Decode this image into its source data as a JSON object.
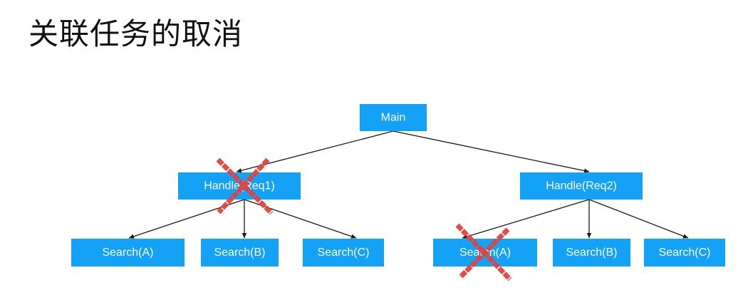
{
  "title": "关联任务的取消",
  "tree": {
    "root": {
      "label": "Main"
    },
    "branches": [
      {
        "label": "Handle(Req1)",
        "cancelled": true,
        "children": [
          {
            "label": "Search(A)",
            "cancelled": false
          },
          {
            "label": "Search(B)",
            "cancelled": false
          },
          {
            "label": "Search(C)",
            "cancelled": false
          }
        ]
      },
      {
        "label": "Handle(Req2)",
        "cancelled": false,
        "children": [
          {
            "label": "Search(A)",
            "cancelled": true
          },
          {
            "label": "Search(B)",
            "cancelled": false
          },
          {
            "label": "Search(C)",
            "cancelled": false
          }
        ]
      }
    ]
  },
  "colors": {
    "node_fill": "#13a2f5",
    "node_text": "#ffffff",
    "edge": "#1a1a1a",
    "cancel_mark": "#e3433f"
  }
}
